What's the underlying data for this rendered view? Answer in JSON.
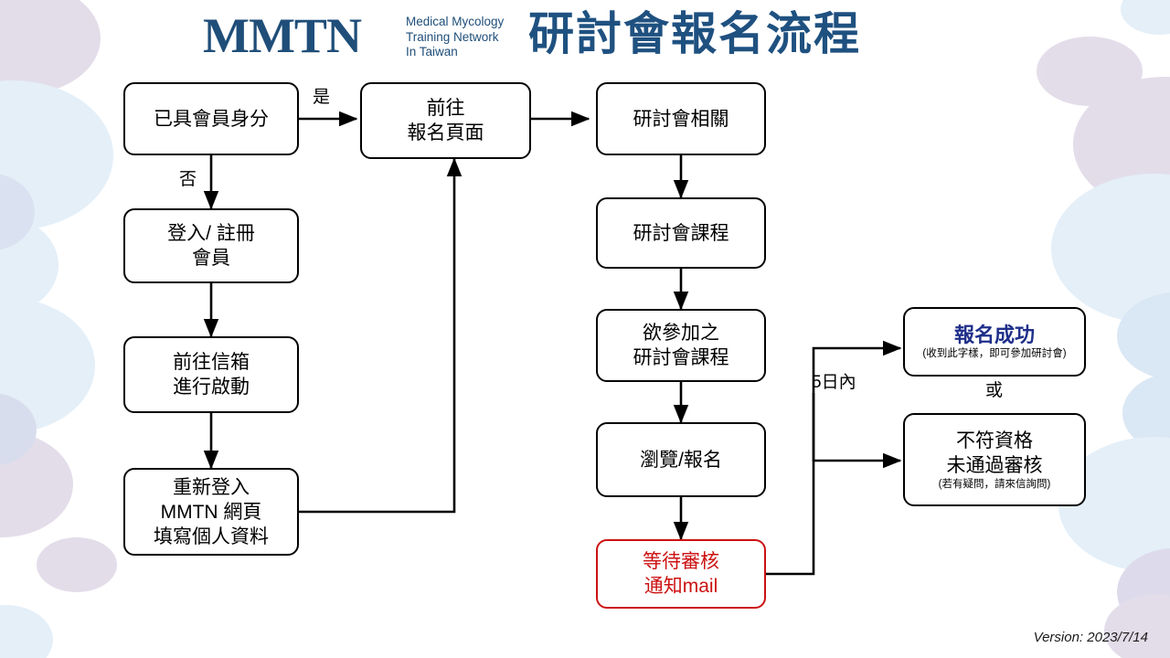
{
  "header": {
    "logo_mark": "MMTN",
    "logo_sub_line1": "Medical Mycology",
    "logo_sub_line2": "Training Network",
    "logo_sub_line3": "In Taiwan",
    "title": "研討會報名流程",
    "title_color": "#1F5180",
    "logo_color": "#1F4E79"
  },
  "footer": {
    "version": "Version: 2023/7/14"
  },
  "colors": {
    "box_border": "#000000",
    "alert_red": "#CC1111",
    "success_blue": "#1F2F8A",
    "bubble_purple": "#CDC2DA",
    "bubble_blue": "#CFE2F3"
  },
  "nodes": {
    "member_check": {
      "line1": "已具會員身分"
    },
    "register_page": {
      "line1": "前往",
      "line2": "報名頁面"
    },
    "login_signup": {
      "line1": "登入/ 註冊",
      "line2": "會員"
    },
    "mail_activate": {
      "line1": "前往信箱",
      "line2": "進行啟動"
    },
    "relogin_profile": {
      "line1": "重新登入",
      "line2": "MMTN 網頁",
      "line3": "填寫個人資料"
    },
    "seminar_info": {
      "line1": "研討會相關"
    },
    "seminar_course": {
      "line1": "研討會課程"
    },
    "desired_course": {
      "line1": "欲參加之",
      "line2": "研討會課程"
    },
    "browse_apply": {
      "line1": "瀏覽/報名"
    },
    "await_review": {
      "line1": "等待審核",
      "line2": "通知mail"
    },
    "success": {
      "title": "報名成功",
      "note": "(收到此字樣，即可參加研討會)"
    },
    "rejected": {
      "line1": "不符資格",
      "line2": "未通過審核",
      "note": "(若有疑問，請來信詢問)"
    }
  },
  "edges": {
    "yes": "是",
    "no": "否",
    "within_5_days": "5日內",
    "or": "或"
  }
}
